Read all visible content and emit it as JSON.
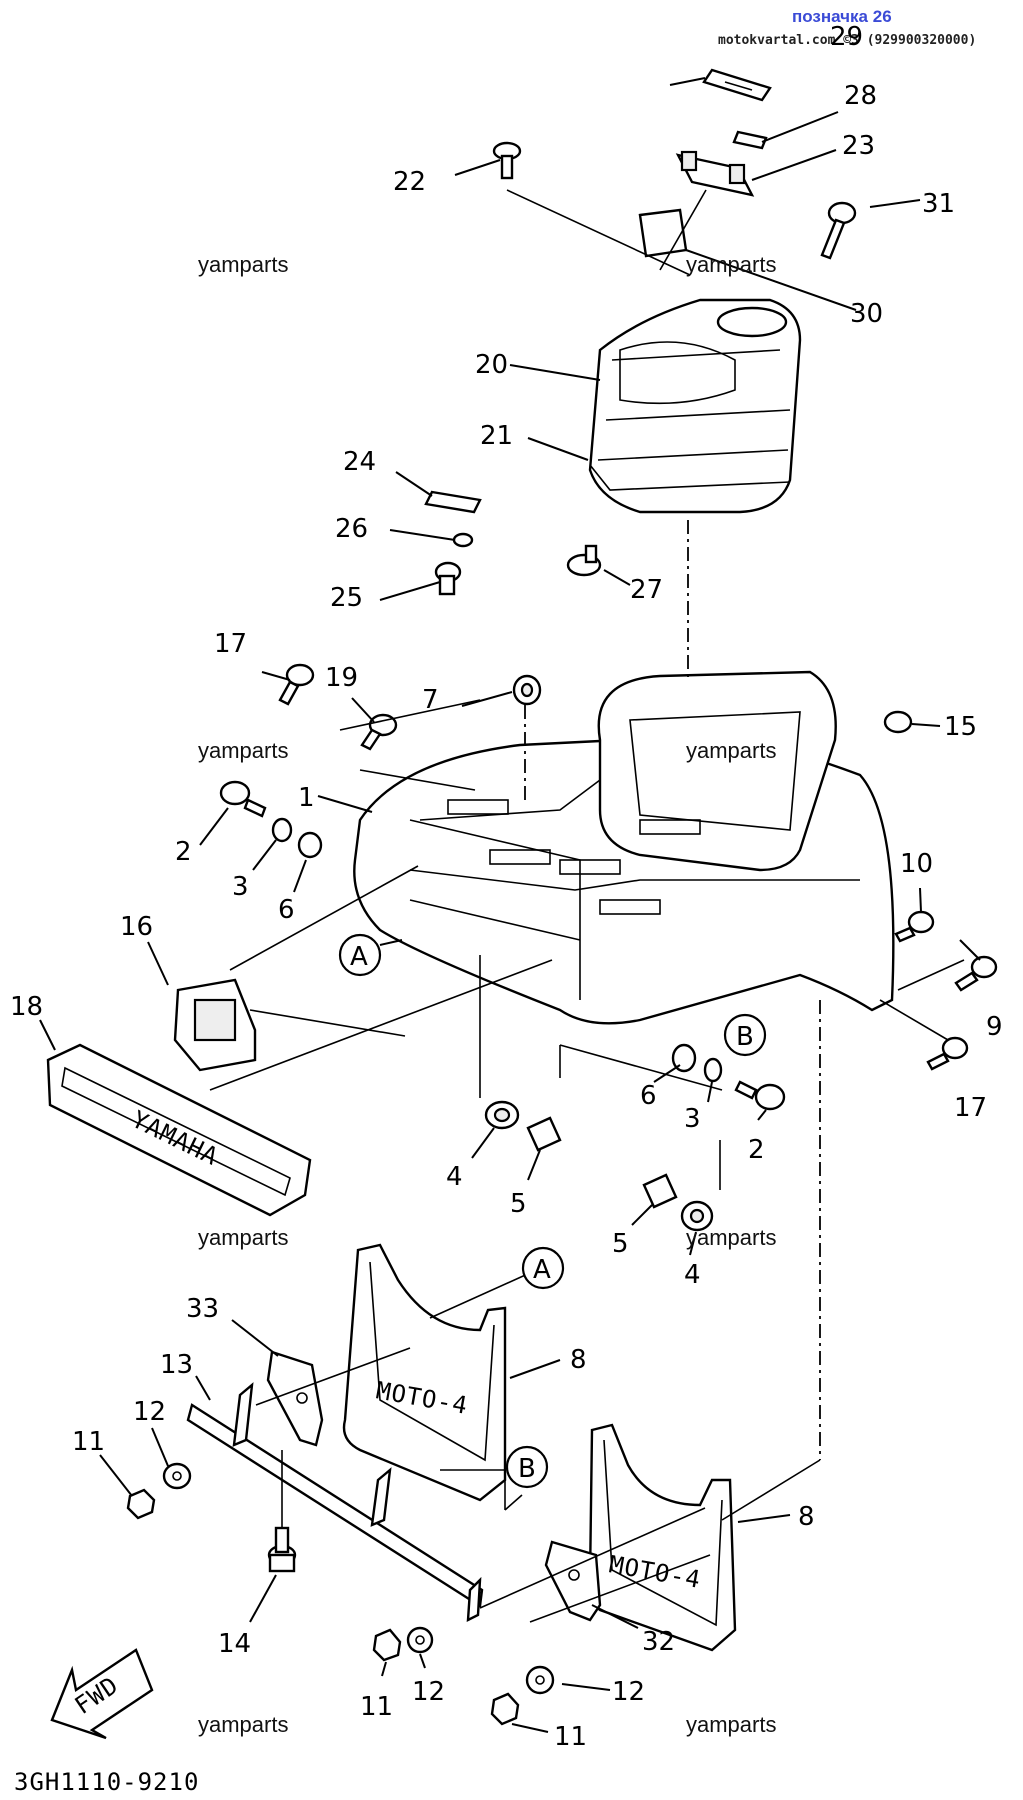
{
  "header": {
    "title": "позначка 26",
    "source": "motokvartal.com ©3 (929900320000)"
  },
  "watermarks": [
    "yamparts",
    "yamparts",
    "yamparts",
    "yamparts",
    "yamparts",
    "yamparts",
    "yamparts",
    "yamparts"
  ],
  "callouts": {
    "c29": "29",
    "c28": "28",
    "c23": "23",
    "c22": "22",
    "c31": "31",
    "c30": "30",
    "c20": "20",
    "c21": "21",
    "c24": "24",
    "c26": "26",
    "c25": "25",
    "c27": "27",
    "c17a": "17",
    "c19": "19",
    "c7": "7",
    "c15": "15",
    "c1": "1",
    "c2a": "2",
    "c3a": "3",
    "c6a": "6",
    "c10": "10",
    "c16": "16",
    "c9": "9",
    "c18": "18",
    "c6b": "6",
    "c3b": "3",
    "c2b": "2",
    "c17b": "17",
    "c4a": "4",
    "c5a": "5",
    "c5b": "5",
    "c4b": "4",
    "c33": "33",
    "c8a": "8",
    "c13": "13",
    "c12a": "12",
    "c11a": "11",
    "c8b": "8",
    "c14": "14",
    "c32": "32",
    "c11b": "11",
    "c12b": "12",
    "c12c": "12",
    "c11c": "11"
  },
  "refs": {
    "A1": "A",
    "A2": "A",
    "B1": "B",
    "B2": "B"
  },
  "embossed": {
    "flap1": "MOTO-4",
    "flap2": "MOTO-4",
    "badge": "YAMAHA",
    "fwd": "FWD"
  },
  "diagram_code": "3GH1110-9210"
}
